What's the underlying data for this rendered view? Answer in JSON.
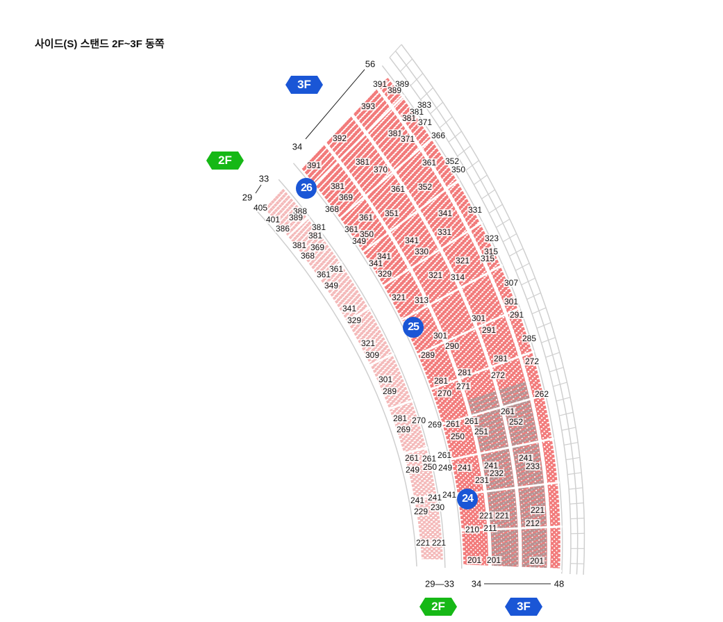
{
  "title": "사이드(S) 스탠드 2F~3F 동쪽",
  "colors": {
    "seat": "#f27b7b",
    "seat_2f": "#f4baba",
    "seat_gray": "#9a9a9a",
    "blue": "#1a56d6",
    "green": "#16b816"
  },
  "floor_badges": [
    {
      "label": "3F",
      "color": "#1a56d6"
    },
    {
      "label": "2F",
      "color": "#16b816"
    },
    {
      "label": "2F",
      "color": "#16b816"
    },
    {
      "label": "3F",
      "color": "#1a56d6"
    }
  ],
  "gates": [
    "26",
    "25",
    "24"
  ],
  "row_markers": [
    "56",
    "34",
    "33",
    "29",
    "29—33",
    "34",
    "48"
  ],
  "sections": [
    "391",
    "389",
    "389",
    "383",
    "393",
    "381",
    "381",
    "371",
    "366",
    "381",
    "371",
    "392",
    "381",
    "361",
    "352",
    "350",
    "391",
    "370",
    "381",
    "352",
    "361",
    "369",
    "368",
    "351",
    "341",
    "331",
    "361",
    "388",
    "389",
    "405",
    "401",
    "381",
    "386",
    "381",
    "361",
    "350",
    "349",
    "341",
    "331",
    "323",
    "381",
    "369",
    "368",
    "330",
    "341",
    "341",
    "321",
    "315",
    "315",
    "361",
    "361",
    "329",
    "321",
    "314",
    "307",
    "349",
    "321",
    "313",
    "301",
    "341",
    "291",
    "301",
    "329",
    "291",
    "301",
    "285",
    "321",
    "290",
    "309",
    "289",
    "281",
    "272",
    "281",
    "301",
    "281",
    "272",
    "271",
    "289",
    "270",
    "262",
    "261",
    "281",
    "270",
    "269",
    "261",
    "261",
    "252",
    "269",
    "250",
    "251",
    "261",
    "261",
    "261",
    "249",
    "250",
    "249",
    "241",
    "241",
    "241",
    "233",
    "232",
    "231",
    "241",
    "241",
    "241",
    "229",
    "230",
    "221",
    "221",
    "221",
    "212",
    "210",
    "211",
    "221",
    "221",
    "201",
    "201",
    "201"
  ]
}
